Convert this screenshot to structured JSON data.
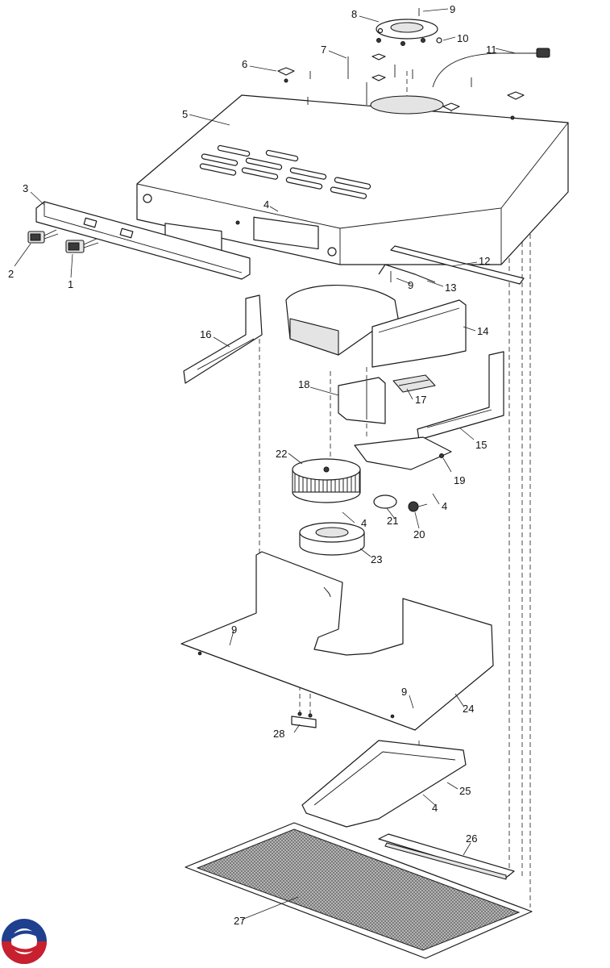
{
  "diagram": {
    "callouts": [
      {
        "id": "c1",
        "text": "1"
      },
      {
        "id": "c2",
        "text": "2"
      },
      {
        "id": "c3",
        "text": "3"
      },
      {
        "id": "c4a",
        "text": "4"
      },
      {
        "id": "c4b",
        "text": "4"
      },
      {
        "id": "c4c",
        "text": "4"
      },
      {
        "id": "c4d",
        "text": "4"
      },
      {
        "id": "c5",
        "text": "5"
      },
      {
        "id": "c6",
        "text": "6"
      },
      {
        "id": "c7",
        "text": "7"
      },
      {
        "id": "c8",
        "text": "8"
      },
      {
        "id": "c9a",
        "text": "9"
      },
      {
        "id": "c9b",
        "text": "9"
      },
      {
        "id": "c9c",
        "text": "9"
      },
      {
        "id": "c9d",
        "text": "9"
      },
      {
        "id": "c10",
        "text": "10"
      },
      {
        "id": "c11",
        "text": "11"
      },
      {
        "id": "c12",
        "text": "12"
      },
      {
        "id": "c13",
        "text": "13"
      },
      {
        "id": "c14",
        "text": "14"
      },
      {
        "id": "c15",
        "text": "15"
      },
      {
        "id": "c16",
        "text": "16"
      },
      {
        "id": "c17",
        "text": "17"
      },
      {
        "id": "c18",
        "text": "18"
      },
      {
        "id": "c19",
        "text": "19"
      },
      {
        "id": "c20",
        "text": "20"
      },
      {
        "id": "c21",
        "text": "21"
      },
      {
        "id": "c22",
        "text": "22"
      },
      {
        "id": "c23",
        "text": "23"
      },
      {
        "id": "c24",
        "text": "24"
      },
      {
        "id": "c25",
        "text": "25"
      },
      {
        "id": "c26",
        "text": "26"
      },
      {
        "id": "c27",
        "text": "27"
      },
      {
        "id": "c28",
        "text": "28"
      }
    ],
    "logo": {
      "name": "brand-logo",
      "colors": [
        "#1f3f8f",
        "#c8202e"
      ]
    }
  }
}
